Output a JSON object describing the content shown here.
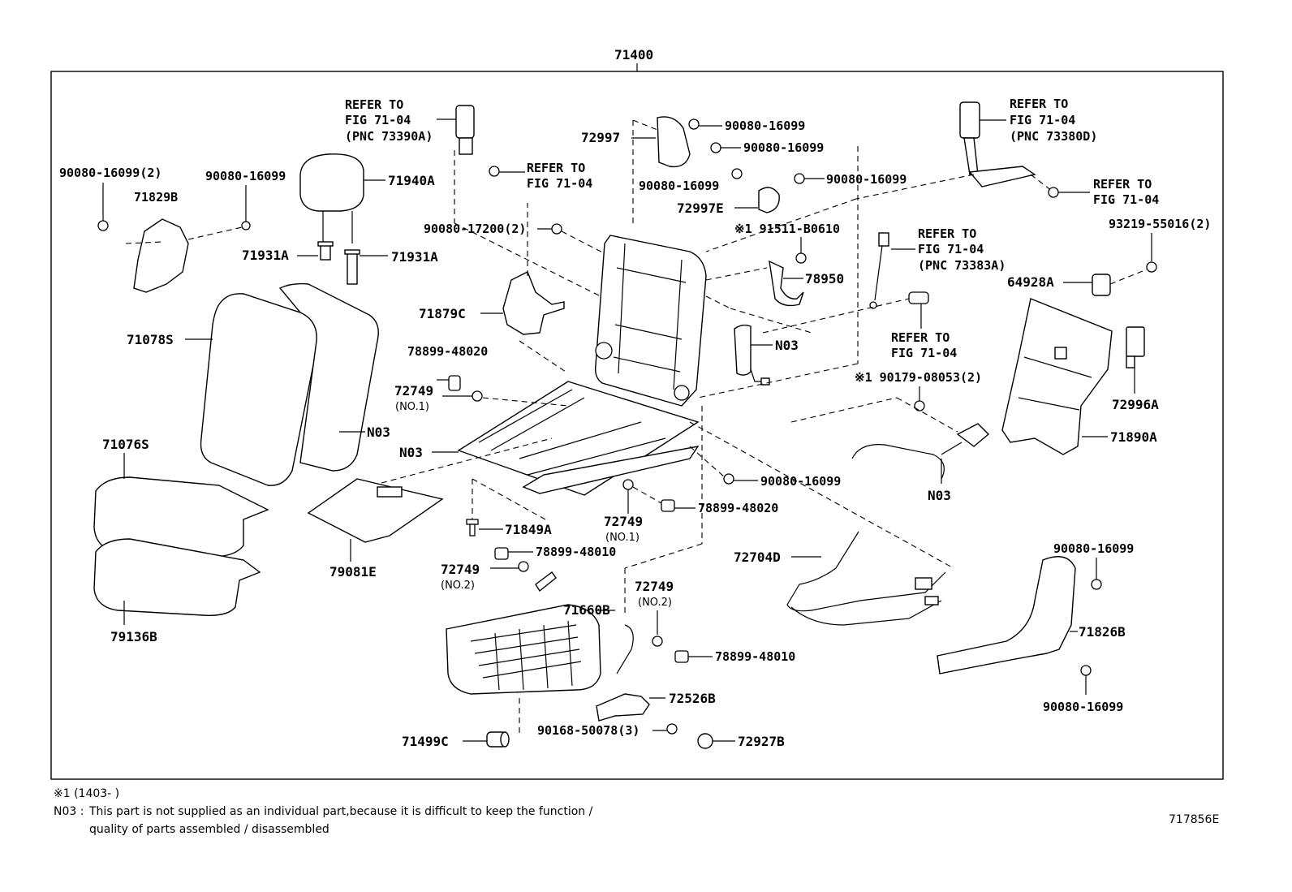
{
  "main_assembly": "71400",
  "labels": {
    "l71400": "71400",
    "ref_a1": "REFER TO",
    "ref_a2": "FIG 71-04",
    "ref_a3": "(PNC 73390A)",
    "ref_b1": "REFER TO",
    "ref_b2": "FIG 71-04",
    "ref_c1": "REFER TO",
    "ref_c2": "FIG 71-04",
    "ref_c3": "(PNC 73380D)",
    "ref_d1": "REFER TO",
    "ref_d2": "FIG 71-04",
    "ref_e1": "REFER TO",
    "ref_e2": "FIG 71-04",
    "ref_e3": "(PNC 73383A)",
    "ref_f1": "REFER TO",
    "ref_f2": "FIG 71-04",
    "p90080_2": "90080-16099(2)",
    "p71829B": "71829B",
    "p90080_a": "90080-16099",
    "p71940A": "71940A",
    "p71931A_1": "71931A",
    "p71931A_2": "71931A",
    "p71078S": "71078S",
    "p71076S": "71076S",
    "p79136B": "79136B",
    "p79081E": "79081E",
    "p72997": "72997",
    "p90080_b": "90080-16099",
    "p90080_c": "90080-16099",
    "p90080_d": "90080-16099",
    "p90080_e": "90080-16099",
    "p72997E": "72997E",
    "p90080_17200": "90080-17200(2)",
    "p91511": "※1 91511-B0610",
    "p78950": "78950",
    "p71879C": "71879C",
    "p78899_48020_a": "78899-48020",
    "p72749_a": "72749",
    "p72749_a_no": "(NO.1)",
    "pN03_a": "N03",
    "pN03_b": "N03",
    "pN03_c": "N03",
    "pN03_d": "N03",
    "p90179": "※1 90179-08053(2)",
    "p93219": "93219-55016(2)",
    "p64928A": "64928A",
    "p72996A": "72996A",
    "p71890A": "71890A",
    "p90080_f": "90080-16099",
    "p78899_48020_b": "78899-48020",
    "p72749_b": "72749",
    "p72749_b_no": "(NO.1)",
    "p71849A": "71849A",
    "p78899_48010_a": "78899-48010",
    "p72749_c": "72749",
    "p72749_c_no": "(NO.2)",
    "p71660B": "71660B",
    "p72749_d": "72749",
    "p72749_d_no": "(NO.2)",
    "p78899_48010_b": "78899-48010",
    "p72704D": "72704D",
    "p90080_g": "90080-16099",
    "p71826B": "71826B",
    "p90080_h": "90080-16099",
    "p72526B": "72526B",
    "p90168": "90168-50078(3)",
    "p71499C": "71499C",
    "p72927B": "72927B"
  },
  "footnotes": {
    "note1": "※1 (1403-      )",
    "note2_key": "N03 :",
    "note2_line1": "This part is not supplied as an individual part,because it is difficult to keep the function /",
    "note2_line2": "quality of parts assembled / disassembled"
  },
  "figure_id": "717856E"
}
